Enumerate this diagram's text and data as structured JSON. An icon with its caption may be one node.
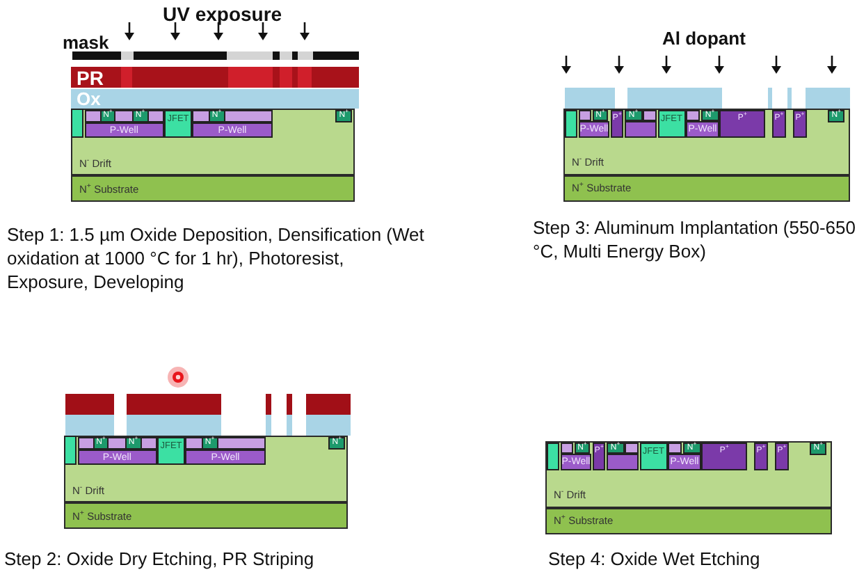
{
  "diagram": {
    "nodes": [
      {
        "text": [
          "PR"
        ]
      },
      {
        "text": [
          "Ox"
        ]
      },
      {
        "text": [
          "N$^{-}$ Drift"
        ]
      },
      {
        "text": [
          "N$^{+}$"
        ],
        "in": 2
      },
      {
        "text": [
          "N$^{+}$"
        ],
        "in": 2
      },
      {
        "text": [
          "P-Well"
        ],
        "in": 2
      },
      {
        "text": [
          "JFET"
        ],
        "in": 2
      },
      {
        "text": [
          "N$^{+}$"
        ],
        "in": 2
      },
      {
        "text": [
          "P-Well"
        ],
        "in": 2
      },
      {
        "text": [
          "N$^{+}$"
        ],
        "in": 2
      },
      {
        "text": [
          "N$^{+}$ Substrate"
        ]
      },
      {
        "text": [
          "N$^{-}$ Drift"
        ]
      },
      {
        "text": [
          "N$^{+}$"
        ],
        "in": 11
      },
      {
        "text": [
          "P-Well"
        ],
        "in": 11
      },
      {
        "text": [
          "P$^{+}$"
        ],
        "in": 11
      },
      {
        "text": [
          "N$^{+}$"
        ],
        "in": 11
      },
      {
        "text": [
          "JFET"
        ],
        "in": 11
      },
      {
        "text": [
          "N$^{+}$"
        ],
        "in": 11
      },
      {
        "text": [
          "P-Well"
        ],
        "in": 11
      },
      {
        "text": [
          "P$^{+}$"
        ],
        "in": 11
      },
      {
        "text": [
          "P$^{+}$"
        ],
        "in": 11
      },
      {
        "text": [
          "P$^{+}$"
        ],
        "in": 11
      },
      {
        "text": [
          "N$^{+}$"
        ],
        "in": 11
      },
      {
        "text": [
          "N$^{+}$ Substrate"
        ]
      },
      {
        "text": [
          "N$^{-}$ Drift"
        ]
      },
      {
        "text": [
          "N$^{+}$"
        ],
        "in": 24
      },
      {
        "text": [
          "N$^{+}$"
        ],
        "in": 24
      },
      {
        "text": [
          "P-Well"
        ],
        "in": 24
      },
      {
        "text": [
          "JFET"
        ],
        "in": 24
      },
      {
        "text": [
          "N$^{+}$"
        ],
        "in": 24
      },
      {
        "text": [
          "P-Well"
        ],
        "in": 24
      },
      {
        "text": [
          "N$^{+}$"
        ],
        "in": 24
      },
      {
        "text": [
          "N$^{+}$ Substrate"
        ]
      },
      {
        "text": [
          "N$^{-}$ Drift"
        ]
      },
      {
        "text": [
          "N$^{+}$"
        ],
        "in": 33
      },
      {
        "text": [
          "P-Well"
        ],
        "in": 33
      },
      {
        "text": [
          "P$^{+}$"
        ],
        "in": 33
      },
      {
        "text": [
          "N$^{+}$"
        ],
        "in": 33
      },
      {
        "text": [
          "JFET"
        ],
        "in": 33
      },
      {
        "text": [
          "N$^{+}$"
        ],
        "in": 33
      },
      {
        "text": [
          "P-Well"
        ],
        "in": 33
      },
      {
        "text": [
          "P$^{+}$"
        ],
        "in": 33
      },
      {
        "text": [
          "P$^{+}$"
        ],
        "in": 33
      },
      {
        "text": [
          "P$^{+}$"
        ],
        "in": 33
      },
      {
        "text": [
          "N$^{+}$"
        ],
        "in": 33
      },
      {
        "text": [
          "N$^{+}$ Substrate"
        ]
      },
      {
        "text": [],
        "shape": "box",
        "in": 11
      },
      {
        "text": [],
        "shape": "box",
        "in": 33
      }
    ],
    "labels": [
      "UV exposure",
      "Al dopant",
      "mask",
      "Step 1: 1.5 µm Oxide Deposition, Densification (Wet oxidation at 1000 °C for 1 hr), Photoresist, Exposure, Developing",
      "Step 3: Aluminum Implantation (550-650 °C, Multi Energy Box)",
      "Step 2: Oxide Dry Etching, PR Striping",
      "Step 4: Oxide Wet Etching"
    ]
  }
}
